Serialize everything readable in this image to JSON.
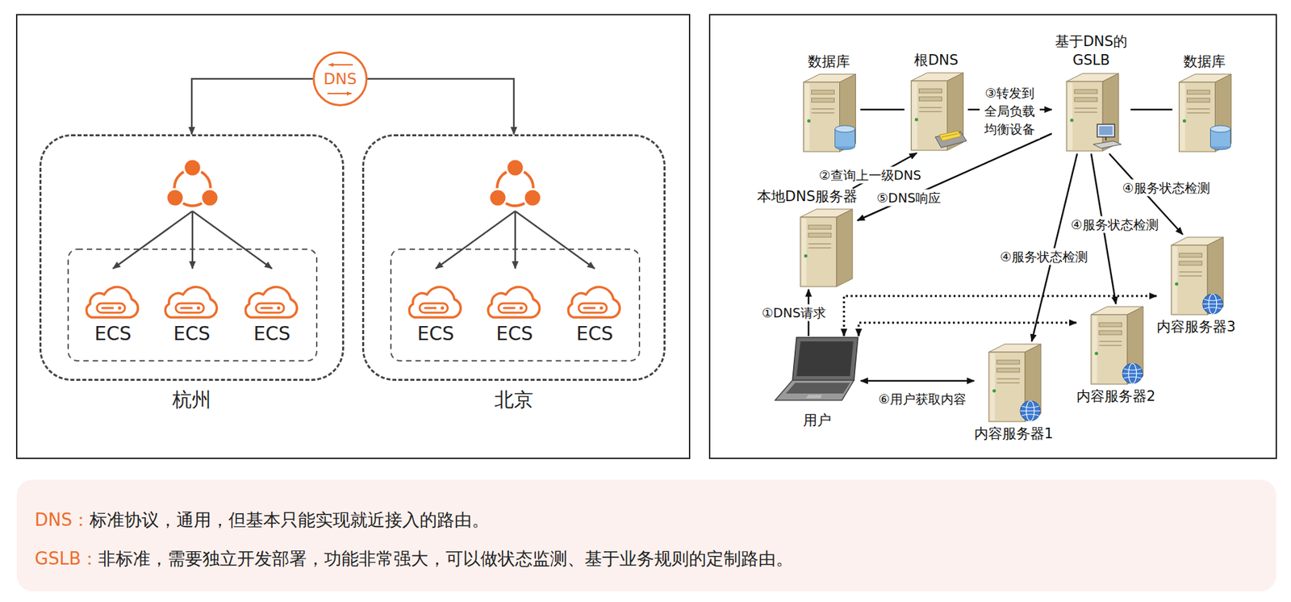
{
  "diagram": {
    "nodes": [
      {
        "text": [
          "DNS"
        ]
      },
      {
        "text": [
          "杭州"
        ]
      },
      {
        "text": [
          "ECS"
        ],
        "in": 1
      },
      {
        "text": [
          "ECS"
        ],
        "in": 1
      },
      {
        "text": [
          "ECS"
        ],
        "in": 1
      },
      {
        "text": [
          "北京"
        ]
      },
      {
        "text": [
          "ECS"
        ],
        "in": 5
      },
      {
        "text": [
          "ECS"
        ],
        "in": 5
      },
      {
        "text": [
          "ECS"
        ],
        "in": 5
      },
      {
        "text": [
          "数据库"
        ]
      },
      {
        "text": [
          "根DNS"
        ]
      },
      {
        "text": [
          "基于DNS的 GSLB"
        ]
      },
      {
        "text": [
          "数据库"
        ]
      },
      {
        "text": [
          "本地DNS服务器"
        ]
      },
      {
        "text": [
          "用户"
        ]
      },
      {
        "text": [
          "内容服务器1"
        ]
      },
      {
        "text": [
          "内容服务器2"
        ]
      },
      {
        "text": [
          "内容服务器3"
        ]
      }
    ],
    "edges": [
      {
        "from": 0,
        "to": 1,
        "arrow": "to"
      },
      {
        "from": 0,
        "to": 5,
        "arrow": "to"
      },
      {
        "from": 9,
        "to": 10,
        "arrow": "none"
      },
      {
        "from": 13,
        "to": 10,
        "label": "②查询上一级DNS",
        "arrow": "to"
      },
      {
        "from": 10,
        "to": 11,
        "label": "③转发到 全局负载 均衡设备",
        "arrow": "to"
      },
      {
        "from": 11,
        "to": 12,
        "arrow": "none"
      },
      {
        "from": 11,
        "to": 13,
        "label": "⑤DNS响应",
        "arrow": "to"
      },
      {
        "from": 14,
        "to": 13,
        "label": "①DNS请求",
        "arrow": "to"
      },
      {
        "from": 11,
        "to": 15,
        "label": "④服务状态检测",
        "arrow": "to"
      },
      {
        "from": 11,
        "to": 16,
        "label": "④服务状态检测",
        "arrow": "to"
      },
      {
        "from": 11,
        "to": 17,
        "label": "④服务状态检测",
        "arrow": "to"
      },
      {
        "from": 14,
        "to": 15,
        "label": "⑥用户获取内容",
        "arrow": "both"
      },
      {
        "from": 14,
        "to": 17,
        "arrow": "both"
      },
      {
        "from": 14,
        "to": 16,
        "arrow": "both"
      }
    ],
    "labels": [
      "DNS：",
      "标准协议，通用，但基本只能实现就近接入的路由。",
      "GSLB：",
      "非标准，需要独立开发部署，功能非常强大，可以做状态监测、基于业务规则的定制路由。"
    ]
  }
}
